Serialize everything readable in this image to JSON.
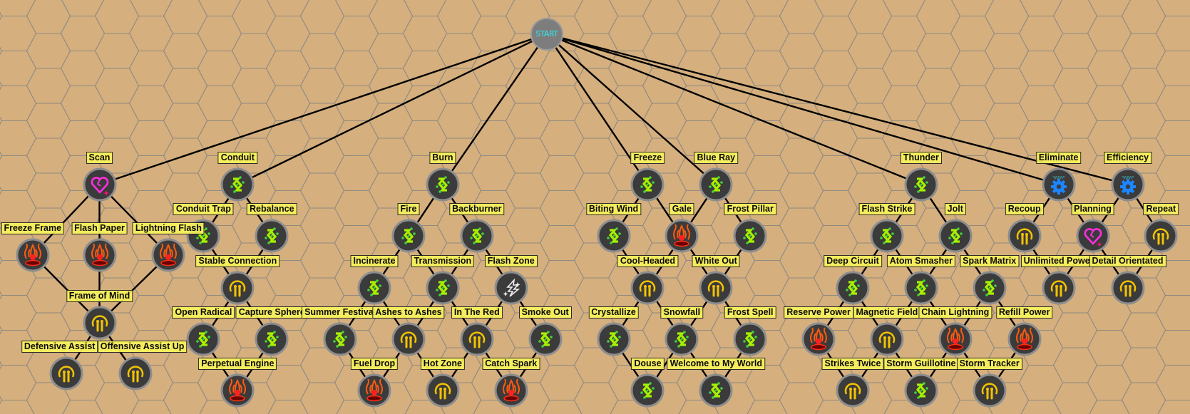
{
  "start": {
    "label": "START",
    "color": "#2ee8e8"
  },
  "colors": {
    "background": "#d5af7e",
    "grid": "#8f8a80",
    "label_bg": "#f7f25c",
    "node_fill": "#3b3b3b",
    "node_ring": "#8d8d8d",
    "edge": "#000000"
  },
  "nodes": [
    {
      "id": "scan",
      "label": "Scan",
      "icon": "heart-icon"
    },
    {
      "id": "conduit",
      "label": "Conduit",
      "icon": "conduit-icon"
    },
    {
      "id": "burn",
      "label": "Burn",
      "icon": "conduit-icon"
    },
    {
      "id": "freeze",
      "label": "Freeze",
      "icon": "conduit-icon"
    },
    {
      "id": "blueray",
      "label": "Blue Ray",
      "icon": "conduit-icon"
    },
    {
      "id": "thunder",
      "label": "Thunder",
      "icon": "conduit-icon"
    },
    {
      "id": "eliminate",
      "label": "Eliminate",
      "icon": "gear-icon"
    },
    {
      "id": "efficiency",
      "label": "Efficiency",
      "icon": "gear-icon"
    },
    {
      "id": "freezeframe",
      "label": "Freeze Frame",
      "icon": "fire-icon"
    },
    {
      "id": "flashpaper",
      "label": "Flash Paper",
      "icon": "fire-icon"
    },
    {
      "id": "lightningflash",
      "label": "Lightning Flash",
      "icon": "fire-icon"
    },
    {
      "id": "conduittrap",
      "label": "Conduit Trap",
      "icon": "conduit-icon"
    },
    {
      "id": "rebalance",
      "label": "Rebalance",
      "icon": "conduit-icon"
    },
    {
      "id": "fire",
      "label": "Fire",
      "icon": "conduit-icon"
    },
    {
      "id": "backburner",
      "label": "Backburner",
      "icon": "conduit-icon"
    },
    {
      "id": "bitingwind",
      "label": "Biting Wind",
      "icon": "conduit-icon"
    },
    {
      "id": "gale",
      "label": "Gale",
      "icon": "fire-icon"
    },
    {
      "id": "frostpillar",
      "label": "Frost Pillar",
      "icon": "conduit-icon"
    },
    {
      "id": "flashstrike",
      "label": "Flash Strike",
      "icon": "conduit-icon"
    },
    {
      "id": "jolt",
      "label": "Jolt",
      "icon": "conduit-icon"
    },
    {
      "id": "recoup",
      "label": "Recoup",
      "icon": "power-icon"
    },
    {
      "id": "planning",
      "label": "Planning",
      "icon": "heart-icon"
    },
    {
      "id": "repeat",
      "label": "Repeat",
      "icon": "power-icon"
    },
    {
      "id": "frameofmind",
      "label": "Frame of Mind",
      "icon": "power-icon"
    },
    {
      "id": "stableconnection",
      "label": "Stable Connection",
      "icon": "power-icon"
    },
    {
      "id": "incinerate",
      "label": "Incinerate",
      "icon": "conduit-icon"
    },
    {
      "id": "transmission",
      "label": "Transmission",
      "icon": "conduit-icon"
    },
    {
      "id": "flashzone",
      "label": "Flash Zone",
      "icon": "lightning-icon"
    },
    {
      "id": "coolheaded",
      "label": "Cool-Headed",
      "icon": "power-icon"
    },
    {
      "id": "whiteout",
      "label": "White Out",
      "icon": "power-icon"
    },
    {
      "id": "deepcircuit",
      "label": "Deep Circuit",
      "icon": "conduit-icon"
    },
    {
      "id": "atomsmasher",
      "label": "Atom Smasher",
      "icon": "conduit-icon"
    },
    {
      "id": "sparkmatrix",
      "label": "Spark Matrix",
      "icon": "conduit-icon"
    },
    {
      "id": "unlimitedpower",
      "label": "Unlimited Power",
      "icon": "power-icon"
    },
    {
      "id": "detailorientated",
      "label": "Detail Orientated",
      "icon": "power-icon"
    },
    {
      "id": "defensiveassist",
      "label": "Defensive Assist",
      "icon": "power-icon"
    },
    {
      "id": "offensiveassistup",
      "label": "Offensive Assist Up",
      "icon": "power-icon"
    },
    {
      "id": "openradical",
      "label": "Open Radical",
      "icon": "conduit-icon"
    },
    {
      "id": "capturesphere",
      "label": "Capture Sphere",
      "icon": "conduit-icon"
    },
    {
      "id": "summerfestival",
      "label": "Summer Festival",
      "icon": "conduit-icon"
    },
    {
      "id": "ashestoashes",
      "label": "Ashes to Ashes",
      "icon": "power-icon"
    },
    {
      "id": "inthered",
      "label": "In The Red",
      "icon": "power-icon"
    },
    {
      "id": "smokeout",
      "label": "Smoke Out",
      "icon": "conduit-icon"
    },
    {
      "id": "crystallize",
      "label": "Crystallize",
      "icon": "conduit-icon"
    },
    {
      "id": "snowfall",
      "label": "Snowfall",
      "icon": "conduit-icon"
    },
    {
      "id": "frostspell",
      "label": "Frost Spell",
      "icon": "conduit-icon"
    },
    {
      "id": "reservepower",
      "label": "Reserve Power",
      "icon": "fire-icon"
    },
    {
      "id": "magneticfield",
      "label": "Magnetic Field",
      "icon": "power-icon"
    },
    {
      "id": "chainlightning",
      "label": "Chain Lightning",
      "icon": "fire-icon"
    },
    {
      "id": "refillpower",
      "label": "Refill Power",
      "icon": "fire-icon"
    },
    {
      "id": "perpetualengine",
      "label": "Perpetual Engine",
      "icon": "fire-icon"
    },
    {
      "id": "fueldrop",
      "label": "Fuel Drop",
      "icon": "fire-icon"
    },
    {
      "id": "hotzone",
      "label": "Hot Zone",
      "icon": "power-icon"
    },
    {
      "id": "catchspark",
      "label": "Catch Spark",
      "icon": "fire-icon"
    },
    {
      "id": "douse",
      "label": "Douse",
      "icon": "conduit-icon"
    },
    {
      "id": "welcometomyworld",
      "label": "Welcome to My World",
      "icon": "conduit-icon"
    },
    {
      "id": "strikestwice",
      "label": "Strikes Twice",
      "icon": "power-icon"
    },
    {
      "id": "stormguillotine",
      "label": "Storm Guillotine",
      "icon": "conduit-icon"
    },
    {
      "id": "stormtracker",
      "label": "Storm Tracker",
      "icon": "power-icon"
    }
  ]
}
